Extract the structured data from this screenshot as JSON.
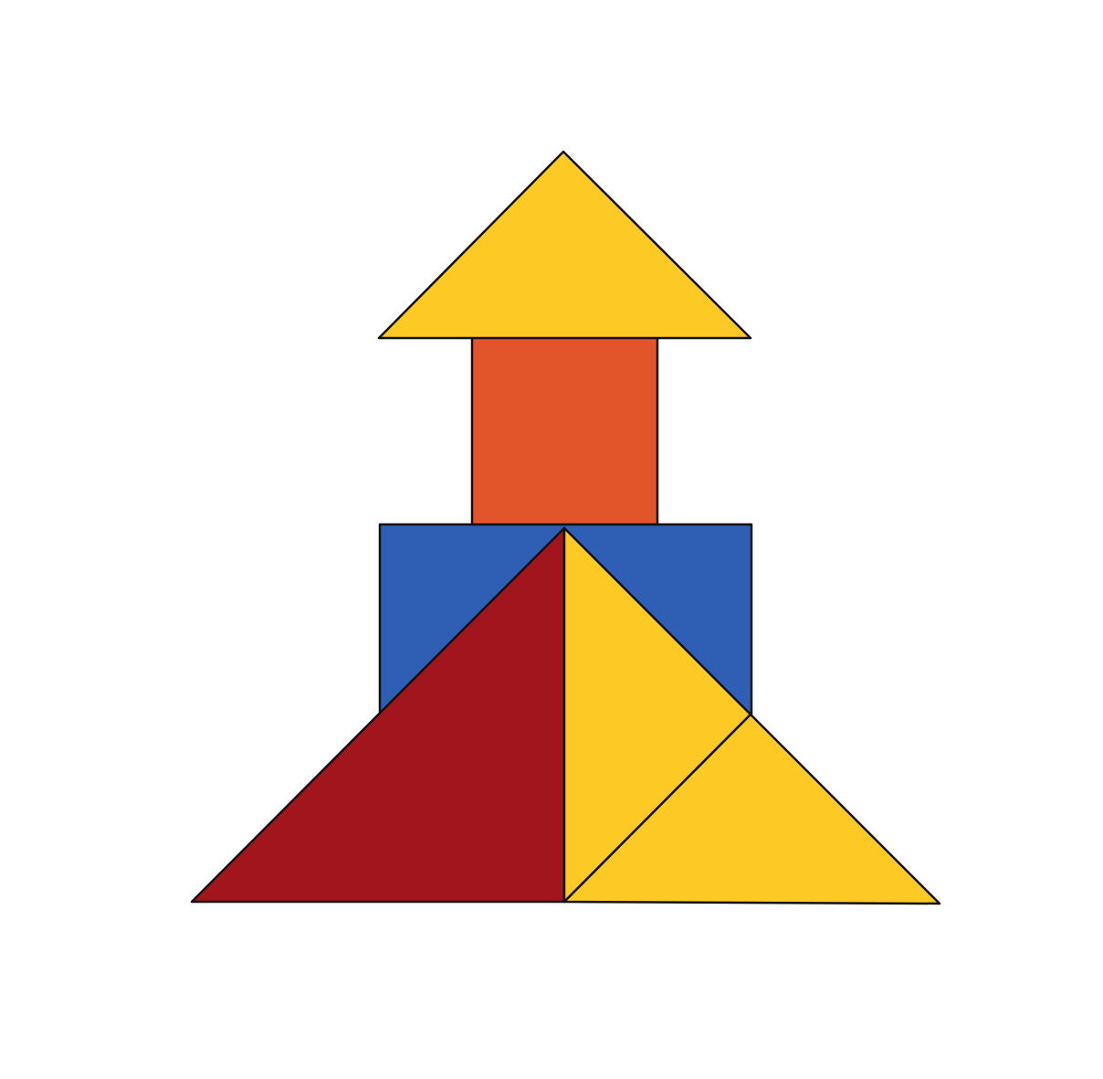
{
  "colors": {
    "background": "#ffffff",
    "outline": "#111111",
    "yellow": "#fdc925",
    "orange": "#e2552a",
    "blue": "#2e5fb4",
    "dark_red": "#a3151d"
  },
  "pieces": [
    {
      "name": "roof-triangle",
      "color": "yellow"
    },
    {
      "name": "chimney-rectangle",
      "color": "orange"
    },
    {
      "name": "body-square",
      "color": "blue"
    },
    {
      "name": "large-left-triangle",
      "color": "dark_red"
    },
    {
      "name": "middle-right-triangle",
      "color": "yellow"
    },
    {
      "name": "bottom-right-triangle",
      "color": "yellow"
    }
  ]
}
